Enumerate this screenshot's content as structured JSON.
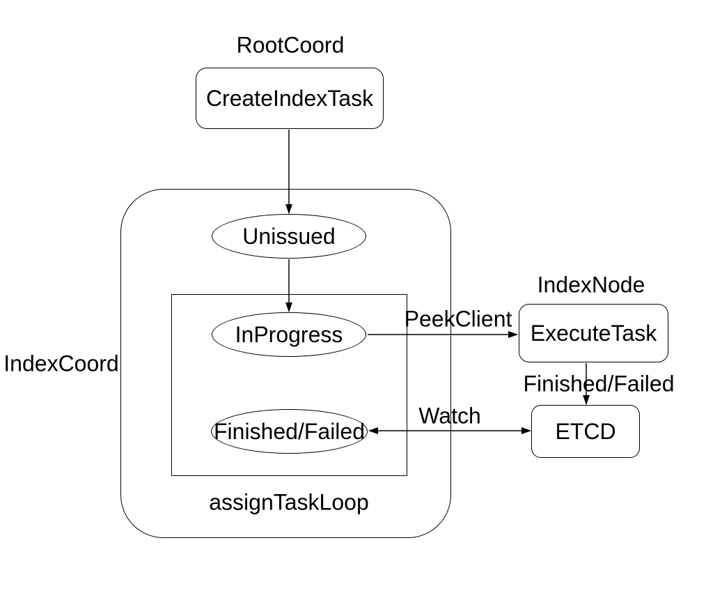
{
  "groups": {
    "rootcoord": {
      "label": "RootCoord"
    },
    "indexcoord": {
      "label": "IndexCoord"
    },
    "indexnode": {
      "label": "IndexNode"
    },
    "assigntaskloop": {
      "label": "assignTaskLoop"
    }
  },
  "nodes": {
    "create_index_task": {
      "label": "CreateIndexTask"
    },
    "unissued": {
      "label": "Unissued"
    },
    "in_progress": {
      "label": "InProgress"
    },
    "finished_failed": {
      "label": "Finished/Failed"
    },
    "execute_task": {
      "label": "ExecuteTask"
    },
    "etcd": {
      "label": "ETCD"
    }
  },
  "edge_labels": {
    "peek_client": "PeekClient",
    "finished_failed": "Finished/Failed",
    "watch": "Watch"
  },
  "colors": {
    "stroke": "#000000",
    "text": "#000000",
    "canvas": "#ffffff"
  }
}
